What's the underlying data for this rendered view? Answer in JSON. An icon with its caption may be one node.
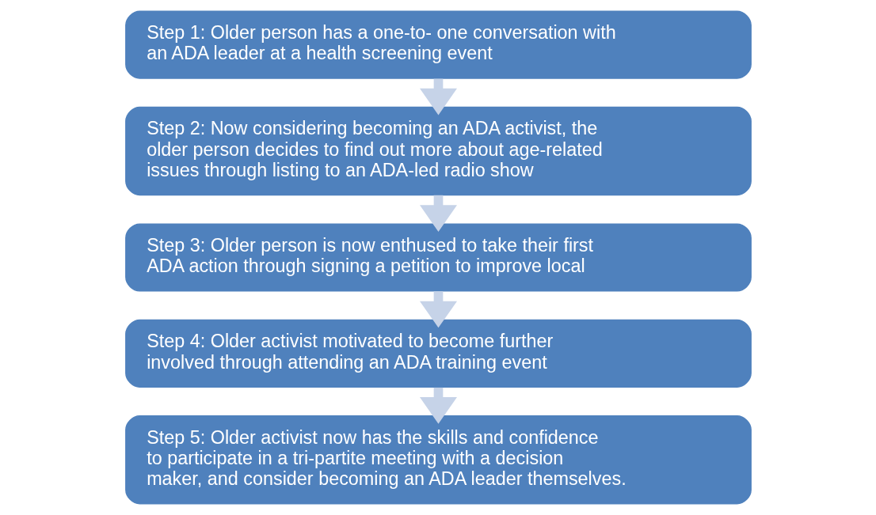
{
  "diagram": {
    "nodes": [
      {
        "text": [
          "Step 1: Older person has a one-to- one conversation with an ADA leader at a health screening event"
        ]
      },
      {
        "text": [
          "Step 2: Now considering becoming an ADA activist, the older person decides to find out more about age-related issues through listing to an ADA-led radio show"
        ]
      },
      {
        "text": [
          "Step 3: Older person is now enthused to take their first ADA action through signing a petition to improve local"
        ]
      },
      {
        "text": [
          "Step 4: Older activist motivated to become further involved through attending an ADA training event"
        ]
      },
      {
        "text": [
          "Step 5: Older activist now has the skills and confidence to participate in a tri-partite meeting with a decision maker, and consider becoming an ADA leader themselves."
        ]
      }
    ],
    "edges": [
      {
        "from": 0,
        "to": 1,
        "arrow": "to"
      },
      {
        "from": 1,
        "to": 2,
        "arrow": "to"
      },
      {
        "from": 2,
        "to": 3,
        "arrow": "to"
      },
      {
        "from": 3,
        "to": 4,
        "arrow": "to"
      }
    ]
  }
}
